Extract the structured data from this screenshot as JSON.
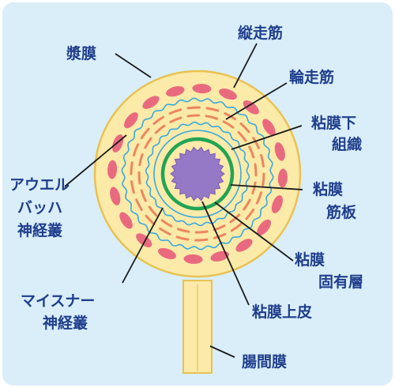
{
  "labels": {
    "serosa": "漿膜",
    "longitudinal_muscle": "縦走筋",
    "circular_muscle": "輪走筋",
    "submucosa_line1": "粘膜下",
    "submucosa_line2": "組織",
    "muscularis_mucosae_line1": "粘膜",
    "muscularis_mucosae_line2": "筋板",
    "lamina_propria_line1": "粘膜",
    "lamina_propria_line2": "固有層",
    "epithelium": "粘膜上皮",
    "mesentery": "腸間膜",
    "auerbach_line1": "アウエル",
    "auerbach_line2": "バッハ",
    "auerbach_line3": "神経叢",
    "meissner_line1": "マイスナー",
    "meissner_line2": "神経叢"
  },
  "colors": {
    "background": "#d9eef9",
    "wall": "#fbeaa8",
    "outline": "#e9c253",
    "muscle_cells": "#e96a7f",
    "inner_muscle": "#ec8660",
    "nerve_plexus": "#39a9de",
    "muscularis_mucosae": "#21a455",
    "epithelium": "#9579c6",
    "text": "#1f3e8c",
    "leader": "#1b1b1b"
  }
}
